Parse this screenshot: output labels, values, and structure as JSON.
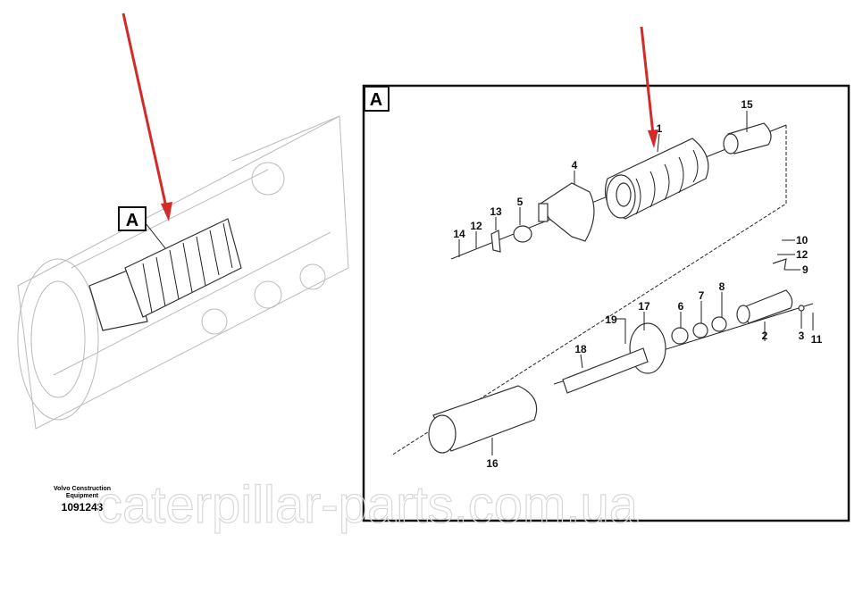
{
  "diagram": {
    "callout_main": "A",
    "callout_inset": "A",
    "publisher_line1": "Volvo Construction",
    "publisher_line2": "Equipment",
    "drawing_number": "1091243",
    "watermark": "caterpillar-parts.com.ua",
    "arrow_color": "#d42a2a",
    "part_labels": [
      "1",
      "15",
      "4",
      "5",
      "13",
      "12",
      "14",
      "10",
      "12",
      "9",
      "8",
      "7",
      "6",
      "17",
      "19",
      "18",
      "2",
      "3",
      "11",
      "16"
    ]
  }
}
